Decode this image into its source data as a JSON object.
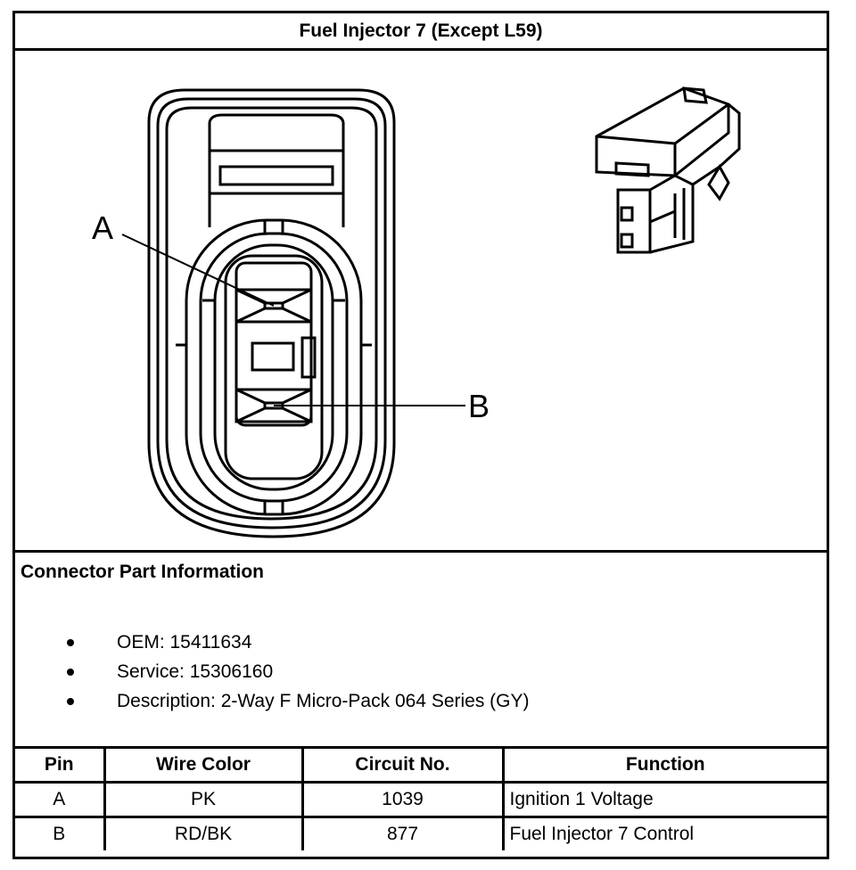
{
  "title": "Fuel Injector 7 (Except L59)",
  "callouts": {
    "pin_a": "A",
    "pin_b": "B"
  },
  "part_info": {
    "heading": "Connector Part Information",
    "items": [
      "OEM: 15411634",
      "Service: 15306160",
      "Description: 2-Way F Micro-Pack 064 Series (GY)"
    ]
  },
  "pin_table": {
    "headers": [
      "Pin",
      "Wire Color",
      "Circuit No.",
      "Function"
    ],
    "rows": [
      [
        "A",
        "PK",
        "1039",
        "Ignition 1 Voltage"
      ],
      [
        "B",
        "RD/BK",
        "877",
        "Fuel Injector 7 Control"
      ]
    ]
  }
}
